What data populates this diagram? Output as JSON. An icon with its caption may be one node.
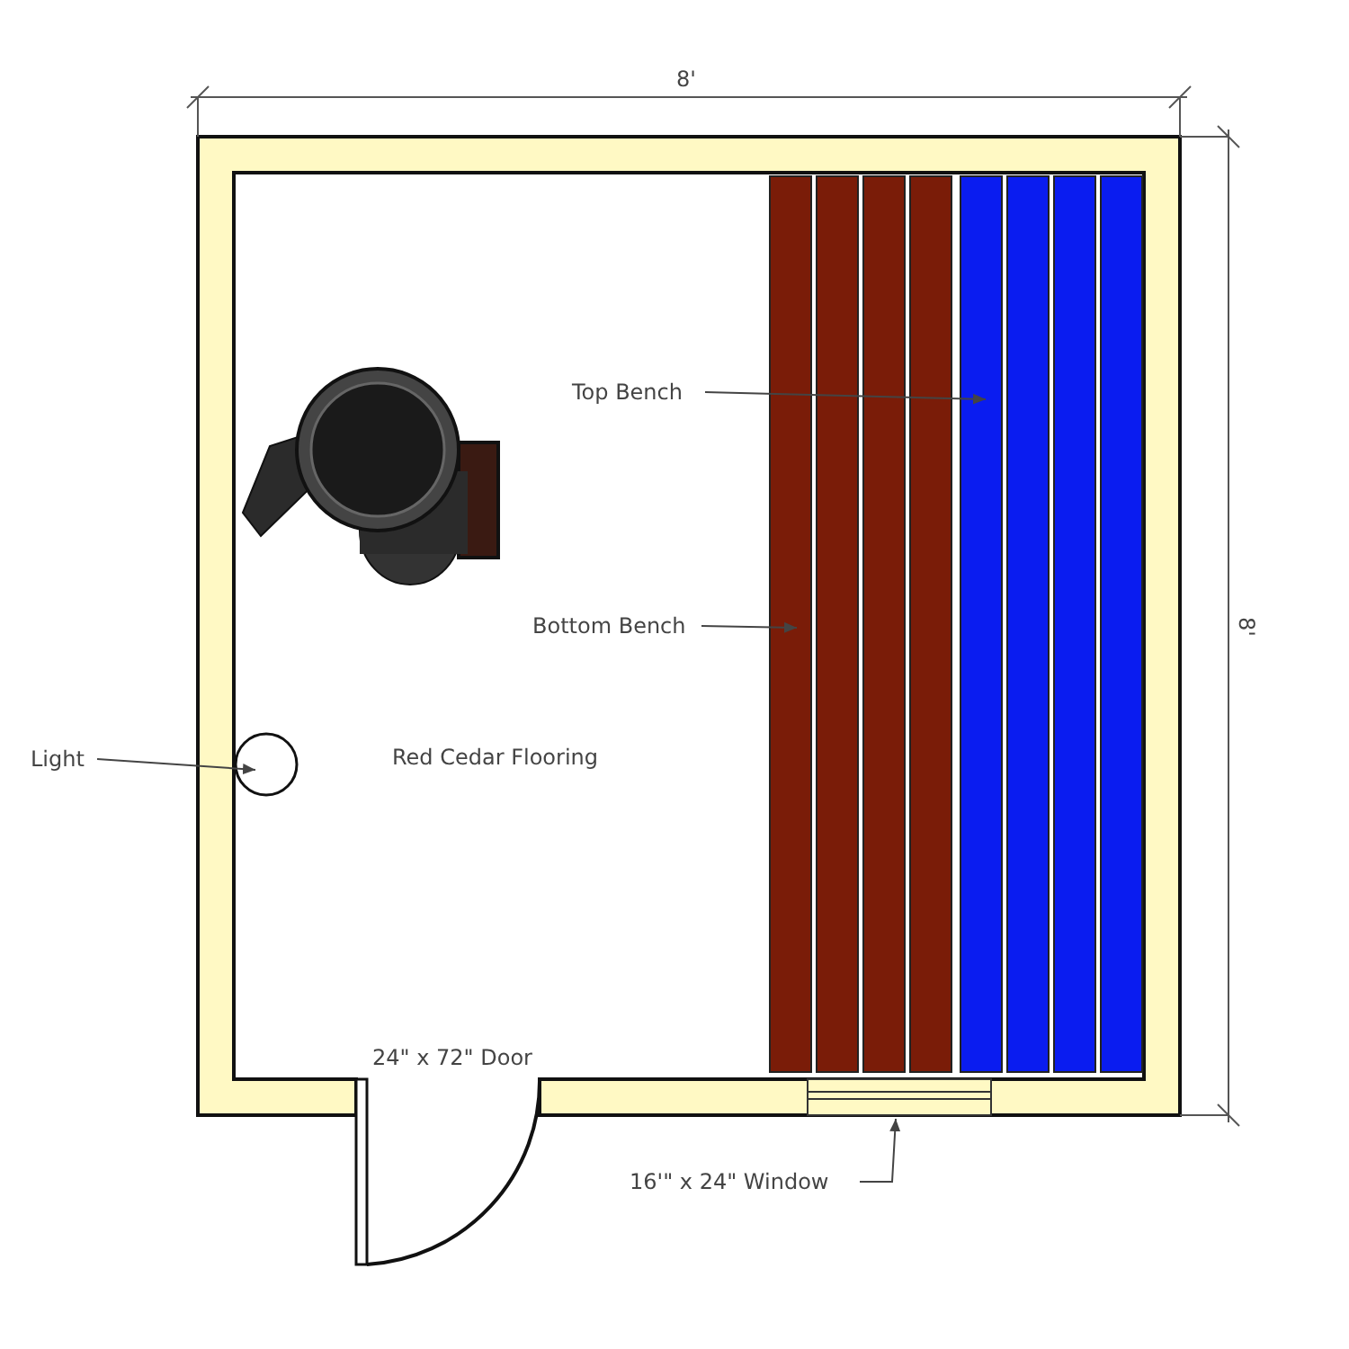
{
  "diagram": {
    "nodes": [
      {
        "text": [
          "Top Bench"
        ]
      },
      {
        "text": [],
        "shape": "box"
      },
      {
        "text": [
          "Bottom Bench"
        ]
      },
      {
        "text": [],
        "shape": "box"
      },
      {
        "text": [
          "Light"
        ]
      },
      {
        "text": [],
        "shape": "circle"
      },
      {
        "text": [
          "16'\" x 24\" Window"
        ]
      },
      {
        "text": [],
        "shape": "box"
      }
    ],
    "edges": [
      {
        "from": 0,
        "to": 1,
        "arrow": "to"
      },
      {
        "from": 2,
        "to": 3,
        "arrow": "to"
      },
      {
        "from": 4,
        "to": 5,
        "arrow": "to"
      },
      {
        "from": 6,
        "to": 7,
        "arrow": "to"
      }
    ],
    "labels": [
      "8'",
      "8'",
      "Red Cedar Flooring",
      "24\" x 72\" Door"
    ]
  }
}
